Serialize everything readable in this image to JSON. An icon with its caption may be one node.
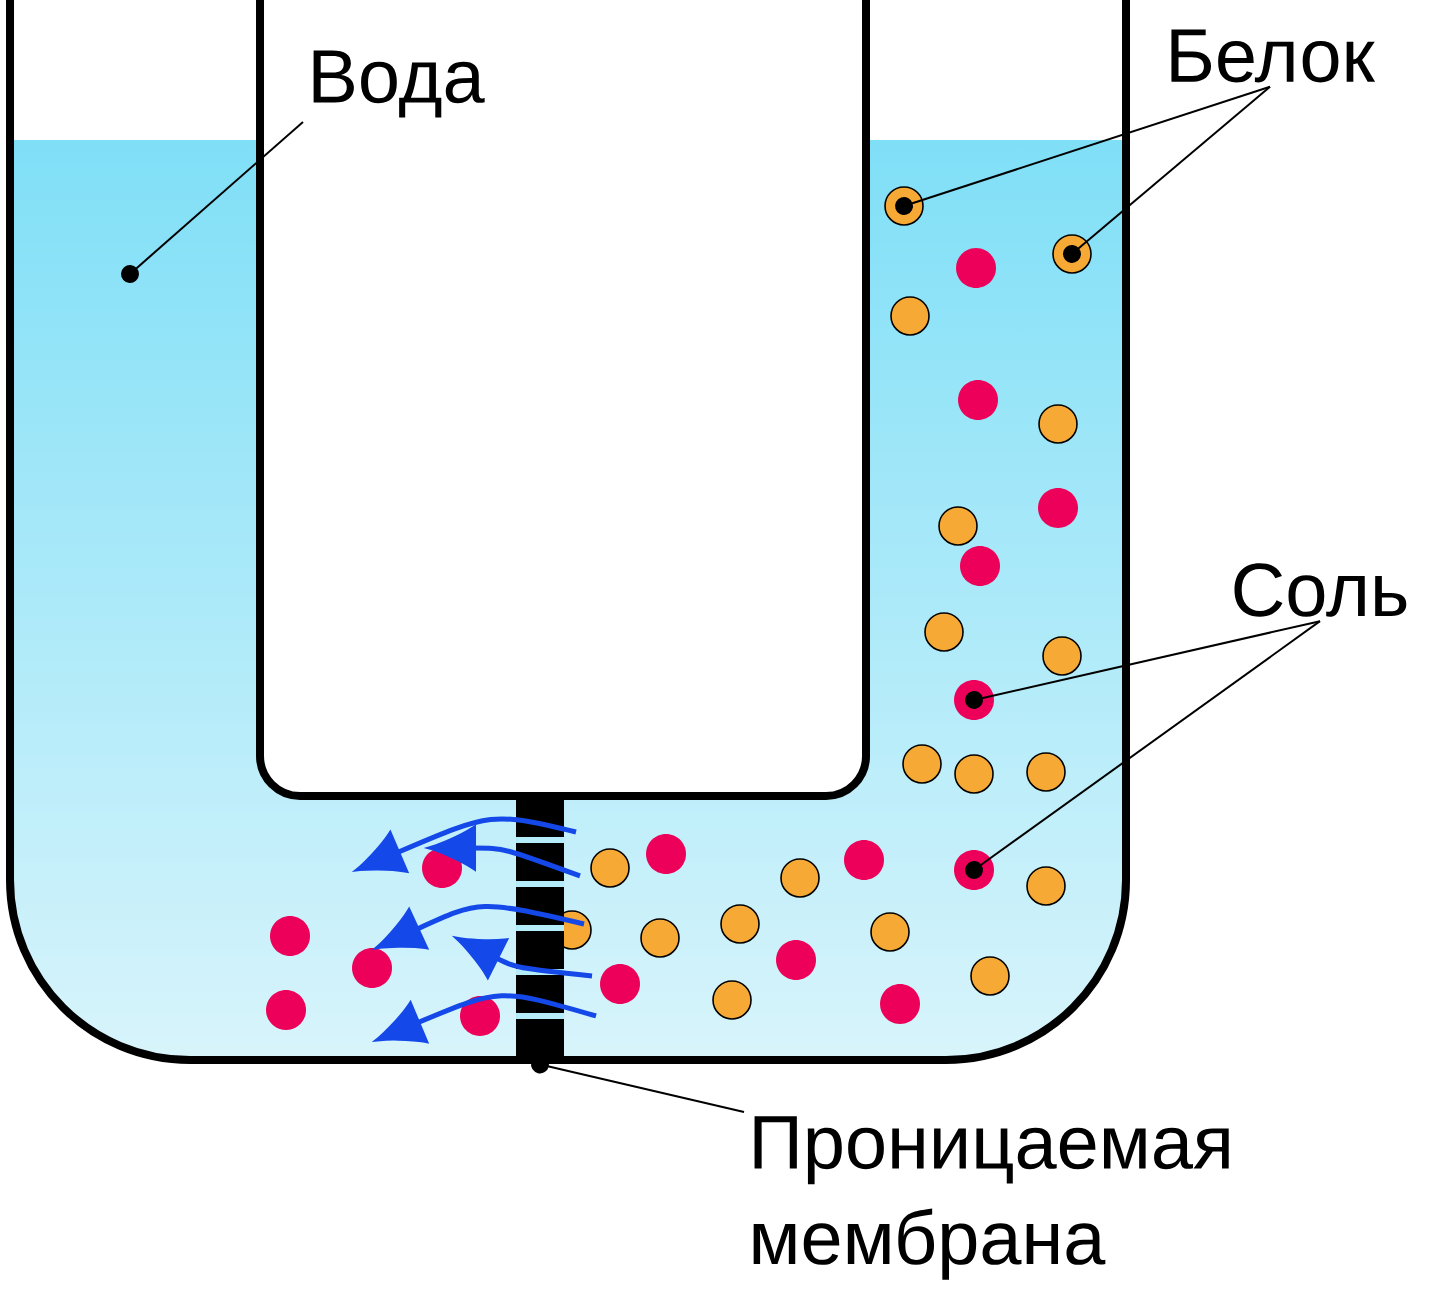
{
  "diagram": {
    "nodes": [
      {
        "text": [
          "Вода"
        ]
      },
      {
        "text": [
          "Белок"
        ]
      },
      {
        "text": [],
        "shape": "circle"
      },
      {
        "text": [],
        "shape": "circle"
      },
      {
        "text": [
          "Соль"
        ]
      },
      {
        "text": [],
        "shape": "circle"
      },
      {
        "text": [],
        "shape": "circle"
      },
      {
        "text": [
          "Проницаемая мембрана"
        ]
      },
      {
        "text": [],
        "shape": "bar"
      }
    ],
    "edges": [
      {
        "from": 0,
        "to": null,
        "arrow": "other"
      },
      {
        "from": 1,
        "to": 2,
        "arrow": "other"
      },
      {
        "from": 1,
        "to": 3,
        "arrow": "other"
      },
      {
        "from": 4,
        "to": 5,
        "arrow": "other"
      },
      {
        "from": 4,
        "to": 6,
        "arrow": "other"
      },
      {
        "from": 7,
        "to": 8,
        "arrow": "other"
      }
    ]
  }
}
